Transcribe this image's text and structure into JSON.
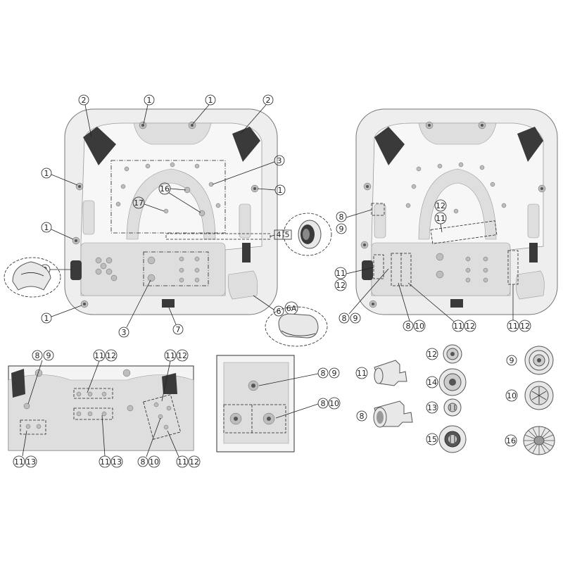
{
  "callouts": {
    "c1": "1",
    "c2": "2",
    "c3": "3",
    "c45a": "4",
    "c45b": "5",
    "c66a_a": "6",
    "c66a_b": "6A",
    "c7": "7",
    "c8": "8",
    "c9": "9",
    "c10": "10",
    "c11": "11",
    "c12": "12",
    "c13": "13",
    "c14": "14",
    "c15": "15",
    "c16": "16",
    "c17": "17"
  },
  "colors": {
    "shell": "#eeeeee",
    "outline": "#777777",
    "jet": "#bdbdbd",
    "dark_part": "#3a3a3a"
  }
}
